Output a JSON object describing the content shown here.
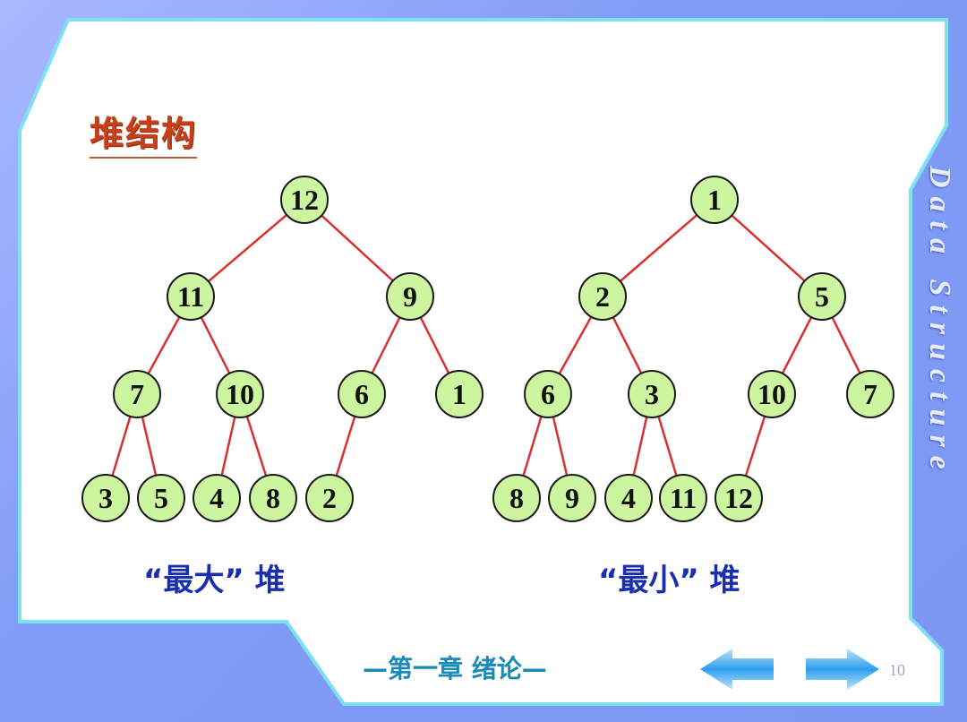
{
  "slide": {
    "title": "堆结构",
    "side_label": "Data Structure",
    "footer": "—第一章  绪论—",
    "page_number": "10",
    "prev_icon": "left-arrow-icon",
    "next_icon": "right-arrow-icon"
  },
  "colors": {
    "node_fill": "#ccf5a0",
    "node_stroke": "#1a1a1a",
    "edge": "#d83030",
    "title": "#c8401a",
    "caption": "#1a2fae"
  },
  "heaps": [
    {
      "name": "max-heap",
      "caption": "“最大” 堆",
      "values": [
        "12",
        "11",
        "9",
        "7",
        "10",
        "6",
        "1",
        "3",
        "5",
        "4",
        "8",
        "2"
      ]
    },
    {
      "name": "min-heap",
      "caption": "“最小” 堆",
      "values": [
        "1",
        "2",
        "5",
        "6",
        "3",
        "10",
        "7",
        "8",
        "9",
        "4",
        "11",
        "12"
      ]
    }
  ]
}
